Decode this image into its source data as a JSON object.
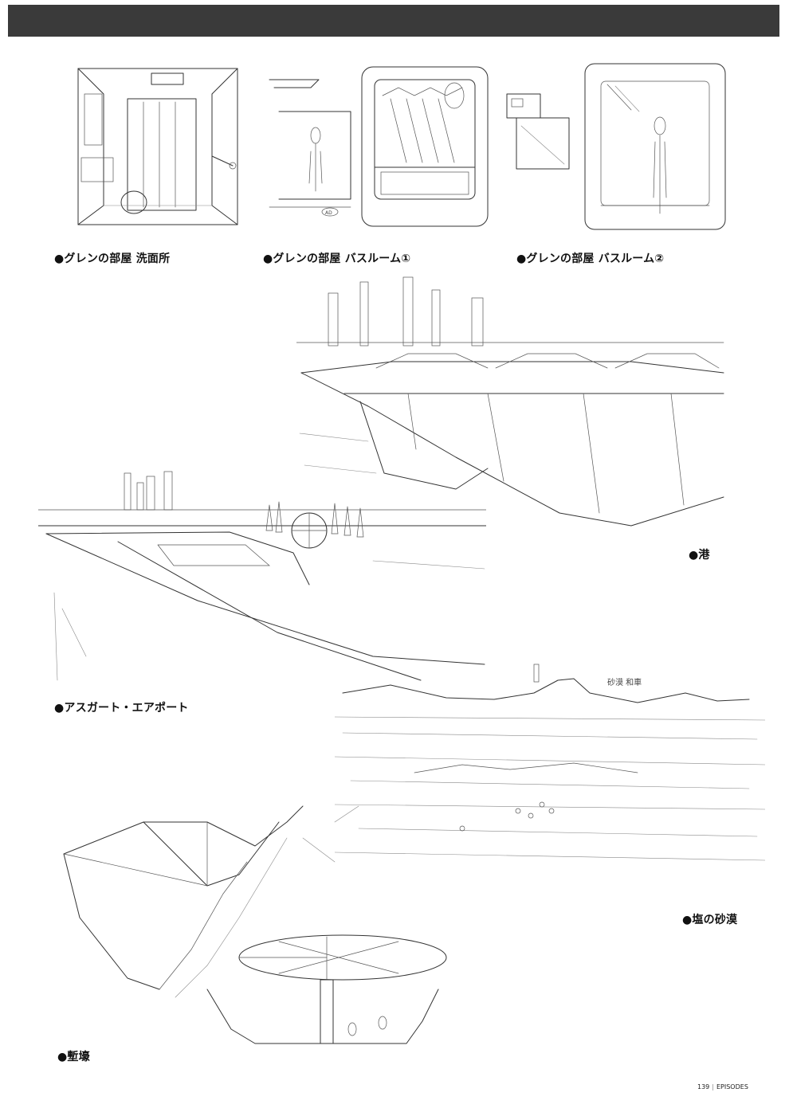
{
  "captions": {
    "washroom": "●グレンの部屋 洗面所",
    "bathroom1": "●グレンの部屋 バスルーム①",
    "bathroom2": "●グレンの部屋 バスルーム②",
    "port": "●港",
    "airport": "●アスガート・エアポート",
    "salt_desert": "●塩の砂漠",
    "trench": "●塹壕"
  },
  "annotations": {
    "desert_note": "砂漠 和車",
    "bath_marker": "AD"
  },
  "footer": {
    "page_number": "139",
    "section": "EPISODES"
  }
}
